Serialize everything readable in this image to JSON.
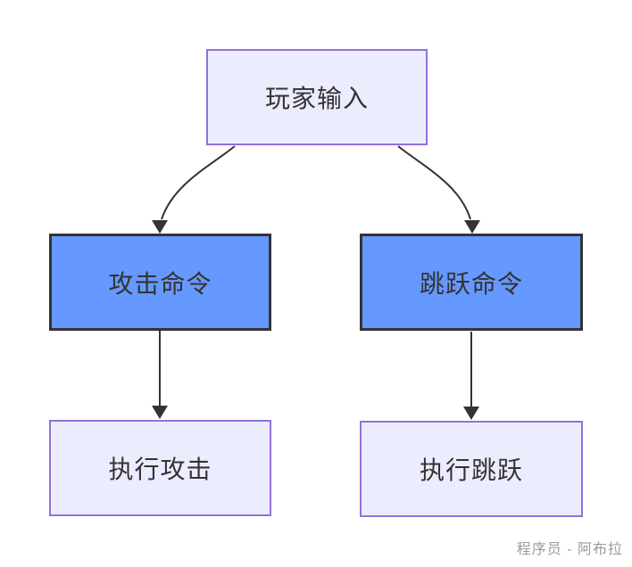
{
  "diagram": {
    "type": "flowchart",
    "direction": "top-down",
    "nodes": [
      {
        "id": "player-input",
        "label": "玩家输入",
        "style": "lavender"
      },
      {
        "id": "attack-command",
        "label": "攻击命令",
        "style": "blue"
      },
      {
        "id": "jump-command",
        "label": "跳跃命令",
        "style": "blue"
      },
      {
        "id": "execute-attack",
        "label": "执行攻击",
        "style": "lavender"
      },
      {
        "id": "execute-jump",
        "label": "执行跳跃",
        "style": "lavender"
      }
    ],
    "edges": [
      {
        "from": "player-input",
        "to": "attack-command",
        "arrow": true
      },
      {
        "from": "player-input",
        "to": "jump-command",
        "arrow": true
      },
      {
        "from": "attack-command",
        "to": "execute-attack",
        "arrow": true
      },
      {
        "from": "jump-command",
        "to": "execute-jump",
        "arrow": true
      }
    ],
    "colors": {
      "lavender_fill": "#ECECFF",
      "lavender_border": "#9370DB",
      "blue_fill": "#6699FF",
      "blue_border": "#333333",
      "arrow": "#333333",
      "text": "#333333",
      "watermark": "#9b9b9b",
      "background": "#ffffff"
    }
  },
  "watermark": {
    "text": "程序员 - 阿布拉"
  }
}
